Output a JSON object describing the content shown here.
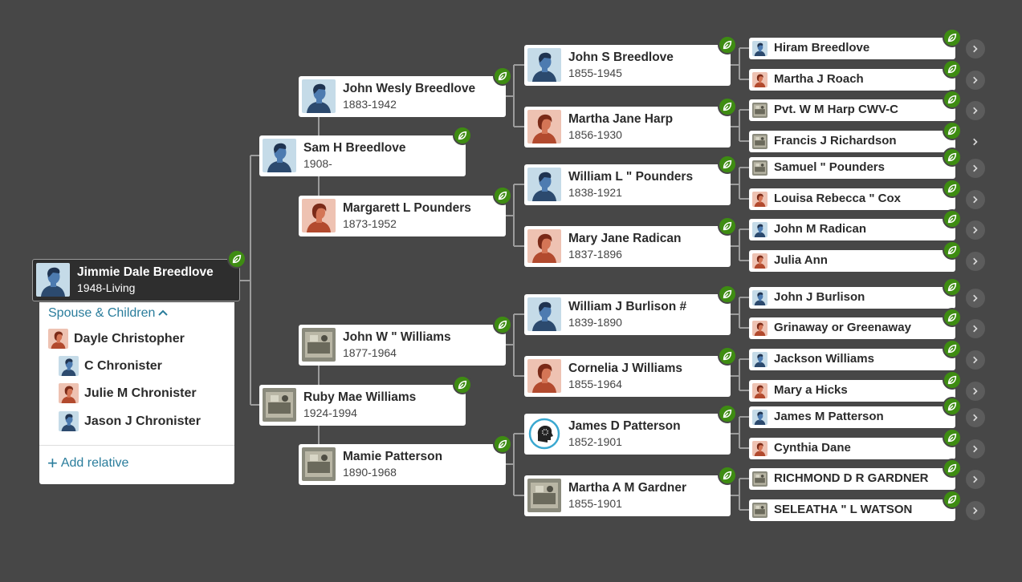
{
  "focus": {
    "name": "Jimmie Dale Breedlove",
    "dates": "1948-Living",
    "gender": "male"
  },
  "panel": {
    "header": "Spouse & Children",
    "spouse": {
      "name": "Dayle Christopher",
      "gender": "female"
    },
    "children": [
      {
        "name": "C Chronister",
        "gender": "male"
      },
      {
        "name": "Julie M Chronister",
        "gender": "female"
      },
      {
        "name": "Jason J Chronister",
        "gender": "male"
      }
    ],
    "add_label": "Add relative"
  },
  "gen2": [
    {
      "name": "Sam H Breedlove",
      "dates": "1908-",
      "gender": "male"
    },
    {
      "name": "Ruby Mae Williams",
      "dates": "1924-1994",
      "gender": "photo"
    }
  ],
  "gen3": [
    {
      "name": "John Wesly Breedlove",
      "dates": "1883-1942",
      "gender": "male"
    },
    {
      "name": "Margarett L Pounders",
      "dates": "1873-1952",
      "gender": "female"
    },
    {
      "name": "John W \" Williams",
      "dates": "1877-1964",
      "gender": "photo"
    },
    {
      "name": "Mamie Patterson",
      "dates": "1890-1968",
      "gender": "photo"
    }
  ],
  "gen4": [
    {
      "name": "John S Breedlove",
      "dates": "1855-1945",
      "gender": "male"
    },
    {
      "name": "Martha Jane Harp",
      "dates": "1856-1930",
      "gender": "female"
    },
    {
      "name": "William L \" Pounders",
      "dates": "1838-1921",
      "gender": "male"
    },
    {
      "name": "Mary Jane Radican",
      "dates": "1837-1896",
      "gender": "female"
    },
    {
      "name": "William J Burlison #",
      "dates": "1839-1890",
      "gender": "male"
    },
    {
      "name": "Cornelia J Williams",
      "dates": "1855-1964",
      "gender": "female"
    },
    {
      "name": "James D Patterson",
      "dates": "1852-1901",
      "gender": "special"
    },
    {
      "name": "Martha A M Gardner",
      "dates": "1855-1901",
      "gender": "photo"
    }
  ],
  "gen5": [
    {
      "name": "Hiram Breedlove",
      "gender": "male"
    },
    {
      "name": "Martha J Roach",
      "gender": "female"
    },
    {
      "name": "Pvt. W M Harp CWV-C",
      "gender": "photo"
    },
    {
      "name": "Francis J Richardson",
      "gender": "photo"
    },
    {
      "name": "Samuel \" Pounders",
      "gender": "photo"
    },
    {
      "name": "Louisa Rebecca \" Cox",
      "gender": "female"
    },
    {
      "name": "John M Radican",
      "gender": "male"
    },
    {
      "name": "Julia Ann",
      "gender": "female"
    },
    {
      "name": "John J Burlison",
      "gender": "male"
    },
    {
      "name": "Grinaway or Greenaway",
      "gender": "female"
    },
    {
      "name": "Jackson Williams",
      "gender": "male"
    },
    {
      "name": "Mary a Hicks",
      "gender": "female"
    },
    {
      "name": "James M Patterson",
      "gender": "male"
    },
    {
      "name": "Cynthia Dane",
      "gender": "female"
    },
    {
      "name": "RICHMOND D R GARDNER",
      "gender": "photo"
    },
    {
      "name": "SELEATHA \" L WATSON",
      "gender": "photo"
    }
  ],
  "colors": {
    "background": "#474747",
    "hint": "#3e8c12",
    "link": "#2a7d9c",
    "male_bg": "#c5dbe8",
    "female_bg": "#eec2b2"
  },
  "icons": {
    "hint": "leaf-icon",
    "expand": "chevron-right-icon"
  }
}
